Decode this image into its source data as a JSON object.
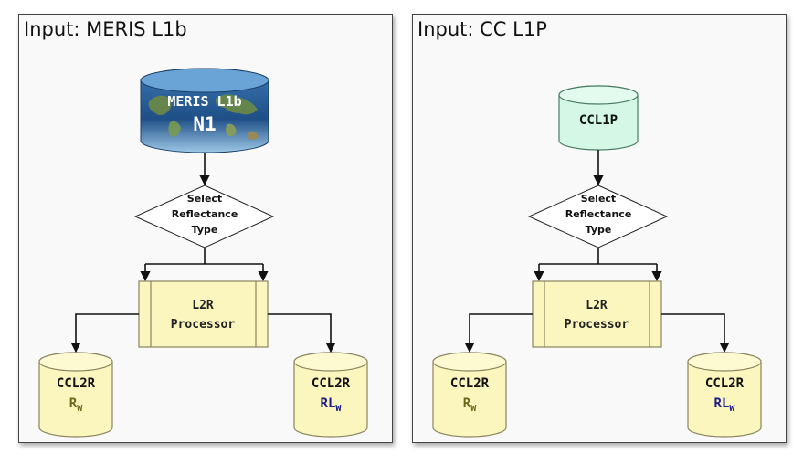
{
  "panels": [
    {
      "title": "Input: MERIS L1b",
      "input": {
        "line1": "MERIS L1b",
        "line2": "N1"
      },
      "decision": {
        "line1": "Select",
        "line2": "Reflectance",
        "line3": "Type"
      },
      "processor": {
        "line1": "L2R",
        "line2": "Processor"
      },
      "out_left": {
        "name": "CCL2R",
        "main": "R",
        "sub": "W"
      },
      "out_right": {
        "name": "CCL2R",
        "main": "RL",
        "sub": "W"
      }
    },
    {
      "title": "Input: CC L1P",
      "input": {
        "line1": "CCL1P"
      },
      "decision": {
        "line1": "Select",
        "line2": "Reflectance",
        "line3": "Type"
      },
      "processor": {
        "line1": "L2R",
        "line2": "Processor"
      },
      "out_left": {
        "name": "CCL2R",
        "main": "R",
        "sub": "W"
      },
      "out_right": {
        "name": "CCL2R",
        "main": "RL",
        "sub": "W"
      }
    }
  ],
  "colors": {
    "yellow_fill": "#fbf6bd",
    "yellow_stroke": "#8a8460",
    "green_fill": "#d5f7e6",
    "rw_text": "#6a6a1a",
    "rlw_text": "#1a1a8c",
    "globe_ocean": "#1e4f86",
    "globe_land": "#6c8a45"
  }
}
